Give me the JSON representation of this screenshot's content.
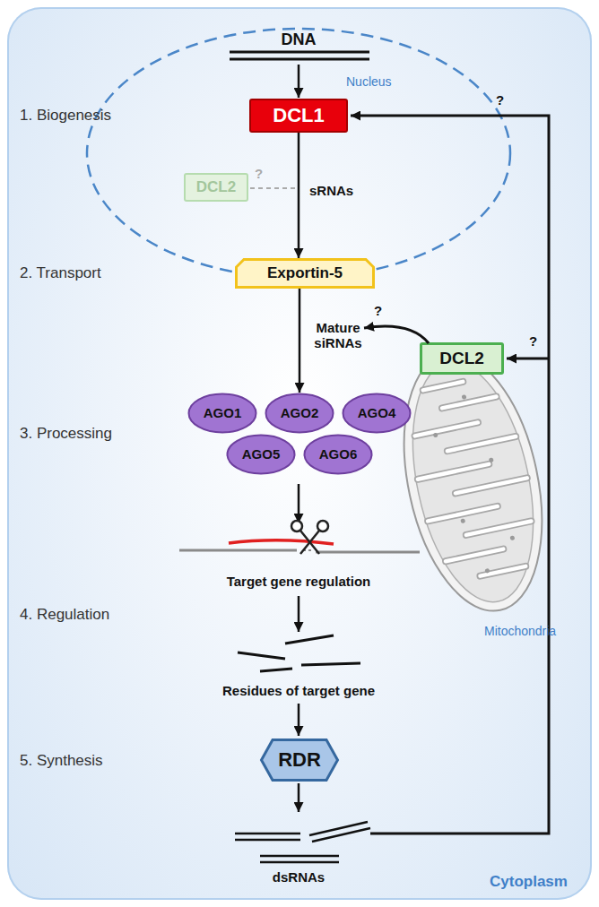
{
  "diagram": {
    "nodes": [
      {
        "text": [
          "Cytoplasm"
        ]
      },
      {
        "text": [
          "Nucleus"
        ],
        "in": 0
      },
      {
        "text": [
          "DCL1"
        ],
        "in": 1
      },
      {
        "text": [
          "DCL2"
        ],
        "in": 1
      },
      {
        "text": [
          "Exportin-5"
        ],
        "in": 0
      },
      {
        "text": [
          "Mitochondria"
        ],
        "in": 0
      },
      {
        "text": [
          "DCL2"
        ],
        "in": 0
      },
      {
        "text": [
          "AGO1"
        ],
        "in": 0
      },
      {
        "text": [
          "AGO2"
        ],
        "in": 0
      },
      {
        "text": [
          "AGO4"
        ],
        "in": 0
      },
      {
        "text": [
          "AGO5"
        ],
        "in": 0
      },
      {
        "text": [
          "AGO6"
        ],
        "in": 0
      },
      {
        "text": [
          "RDR"
        ],
        "in": 0
      }
    ],
    "edges": [
      {
        "from": 2,
        "to": 4,
        "label": "sRNAs",
        "arrow": "to"
      },
      {
        "from": 4,
        "to": 8,
        "label": "Mature siRNAs",
        "arrow": "to"
      }
    ],
    "labels": [
      "DNA",
      "?",
      "1. Biogenesis",
      "?",
      "2. Transport",
      "?",
      "?",
      "3. Processing",
      "Target gene regulation",
      "4. Regulation",
      "Residues of target gene",
      "5. Synthesis",
      "dsRNAs"
    ]
  }
}
